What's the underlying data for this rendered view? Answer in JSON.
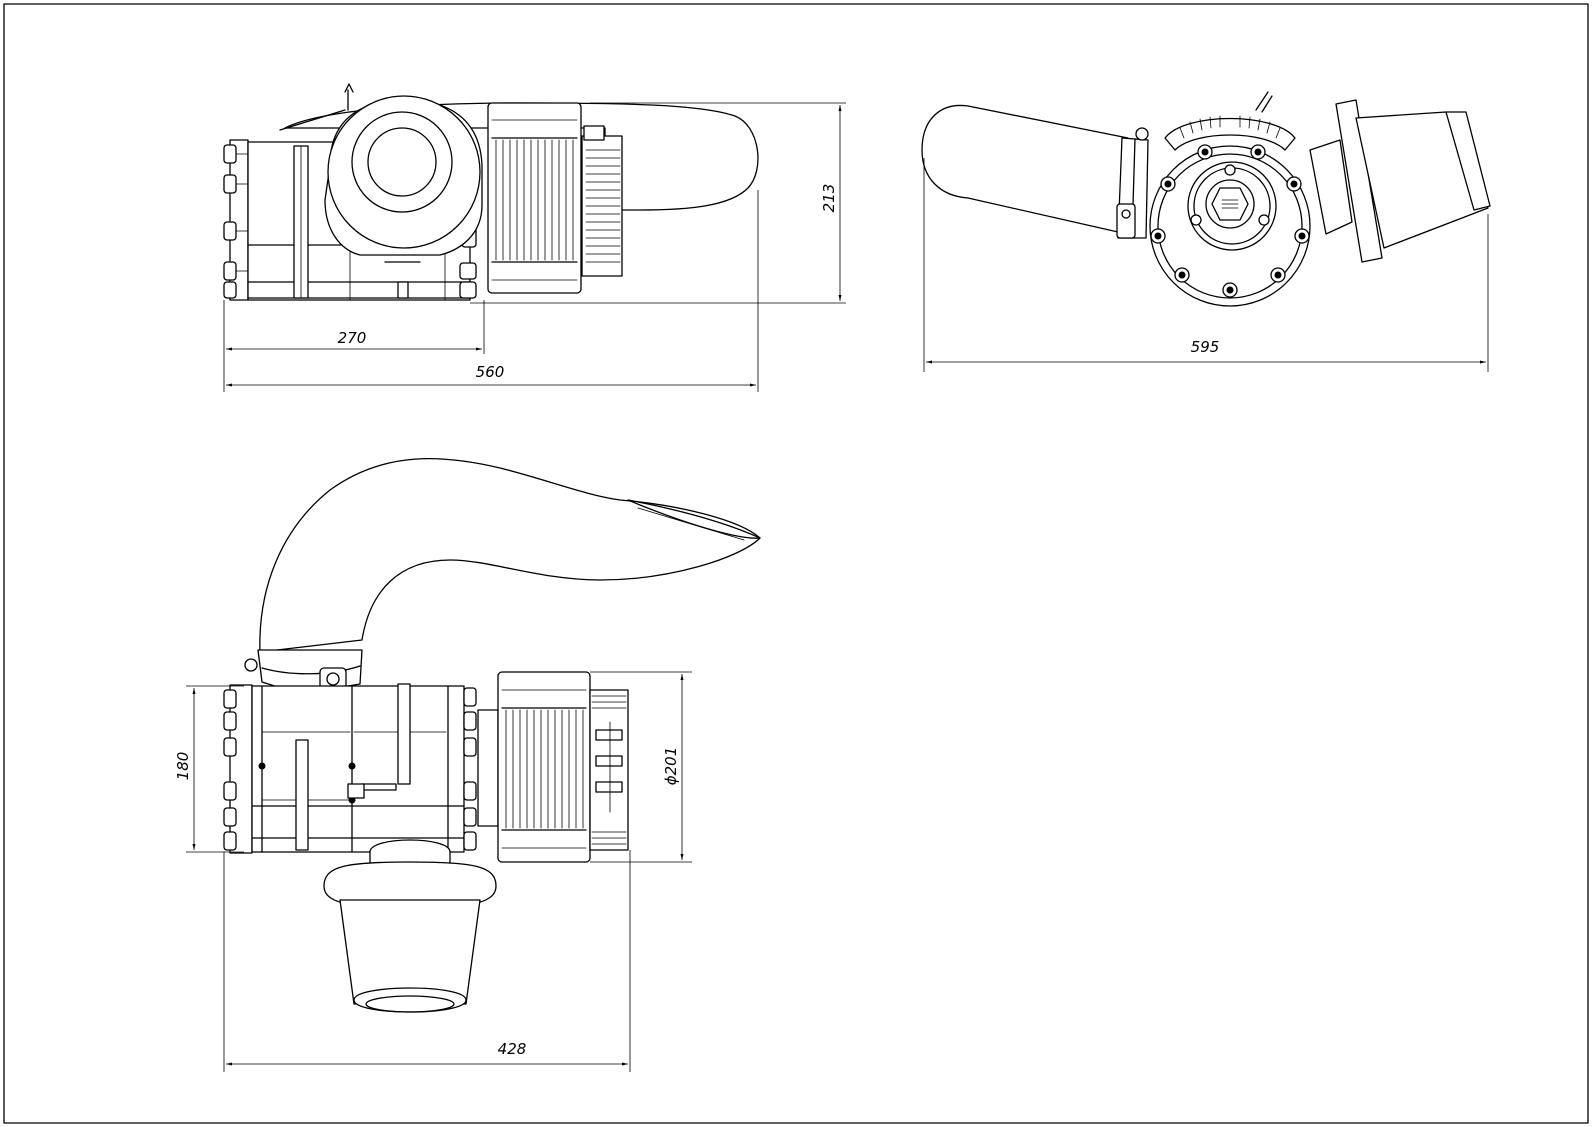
{
  "dimensions": {
    "top_view_width_270": "270",
    "top_view_width_560": "560",
    "top_view_height_213": "213",
    "end_view_width_595": "595",
    "side_view_height_180": "180",
    "side_view_diameter_201": "ϕ201",
    "side_view_width_428": "428"
  }
}
